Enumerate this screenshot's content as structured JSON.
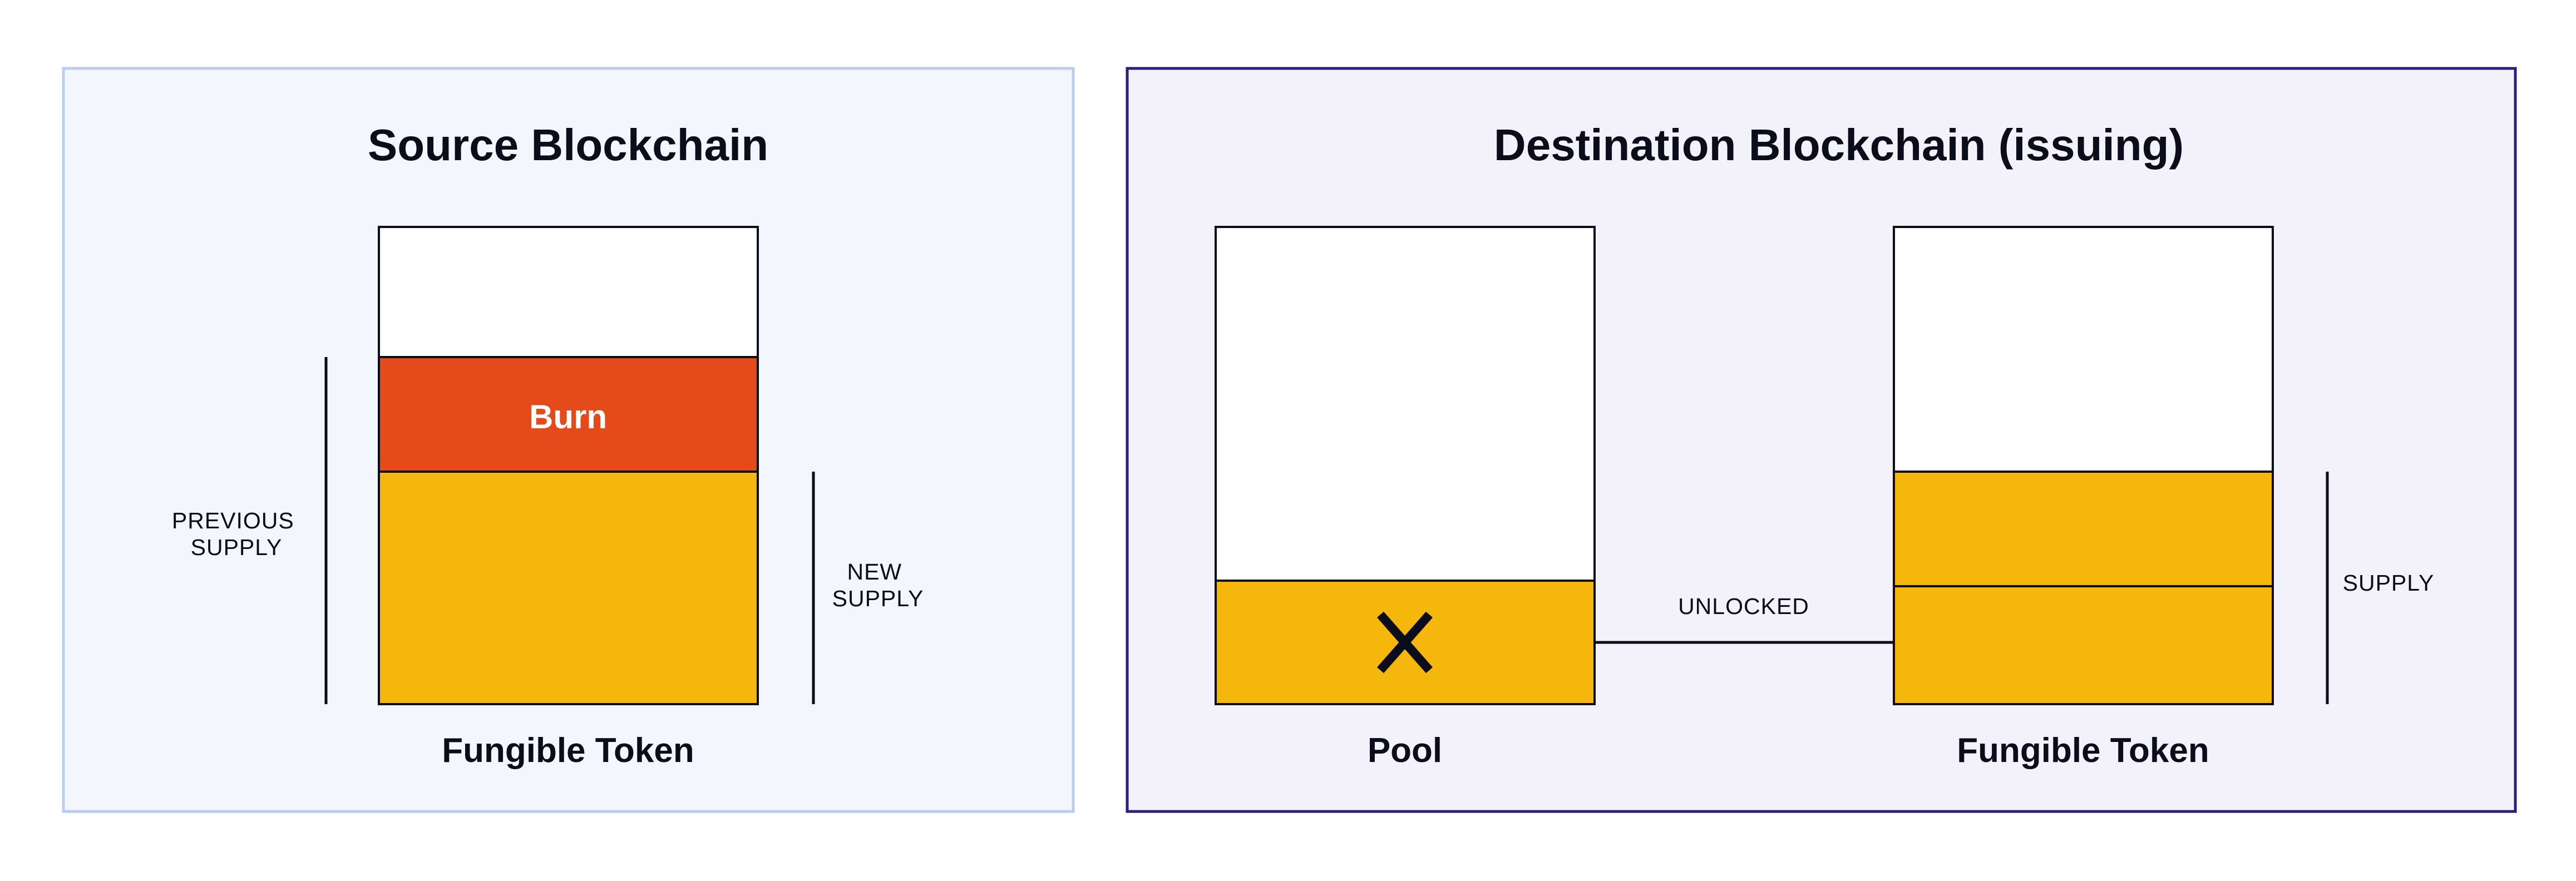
{
  "source": {
    "title": "Source Blockchain",
    "token_caption": "Fungible Token",
    "burn_label": "Burn",
    "previous_supply_label": [
      "PREVIOUS",
      "SUPPLY"
    ],
    "new_supply_label": [
      "NEW",
      "SUPPLY"
    ]
  },
  "destination": {
    "title": "Destination Blockchain (issuing)",
    "pool_caption": "Pool",
    "token_caption": "Fungible Token",
    "unlocked_label": "UNLOCKED",
    "supply_label": "SUPPLY"
  },
  "colors": {
    "token_fill": "#f5b70b",
    "burn_fill": "#e44a1a",
    "source_panel_bg": "#f4f6fd",
    "source_panel_border": "#b9cdf3",
    "dest_panel_bg": "#f3f2fb",
    "dest_panel_border": "#2c1f7a",
    "stroke": "#0c0d1a"
  }
}
